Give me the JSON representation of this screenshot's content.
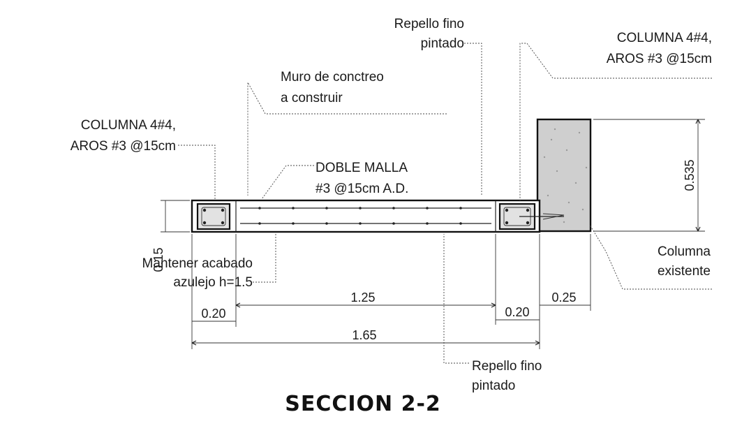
{
  "title": "SECCION 2-2",
  "labels": {
    "col_left_1": "COLUMNA 4#4,",
    "col_left_2": "AROS #3 @15cm",
    "col_right_1": "COLUMNA 4#4,",
    "col_right_2": "AROS #3 @15cm",
    "muro_1": "Muro de conctreo",
    "muro_2": "a construir",
    "repello_top_1": "Repello fino",
    "repello_top_2": "pintado",
    "malla_1": "DOBLE MALLA",
    "malla_2": "#3 @15cm A.D.",
    "mantener_1": "Mantener acabado",
    "mantener_2": "azulejo h=1.5",
    "col_exist_1": "Columna",
    "col_exist_2": "existente",
    "repello_bot_1": "Repello fino",
    "repello_bot_2": "pintado"
  },
  "dimensions": {
    "wall_thickness": "0.15",
    "existing_height": "0.535",
    "col_left_width": "0.20",
    "wall_length": "1.25",
    "col_right_width": "0.20",
    "existing_width": "0.25",
    "total_length": "1.65"
  }
}
